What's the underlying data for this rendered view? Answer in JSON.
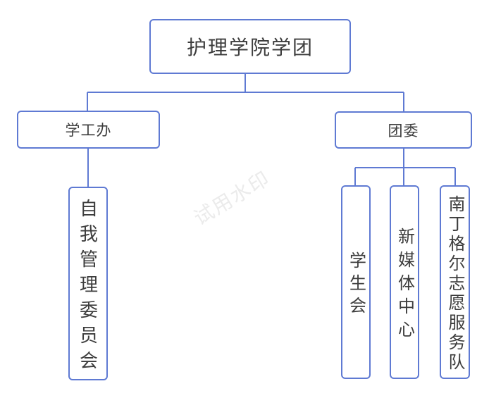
{
  "diagram": {
    "type": "org-chart",
    "nodes": {
      "root": {
        "label": "护理学院学团"
      },
      "branches": [
        {
          "label": "学工办"
        },
        {
          "label": "团委"
        }
      ],
      "leaves": [
        {
          "label": "自我管理委员会",
          "parent": "学工办"
        },
        {
          "label": "学生会",
          "parent": "团委"
        },
        {
          "label": "新媒体中心",
          "parent": "团委"
        },
        {
          "label": "南丁格尔志愿服务队",
          "parent": "团委"
        }
      ]
    }
  },
  "watermark": {
    "text": "试用水印"
  },
  "colors": {
    "line": "#5f7ad3",
    "node_border": "#5f7ad3",
    "node_text": "#3d3d3d",
    "watermark": "#ebebeb",
    "background": "#ffffff"
  }
}
